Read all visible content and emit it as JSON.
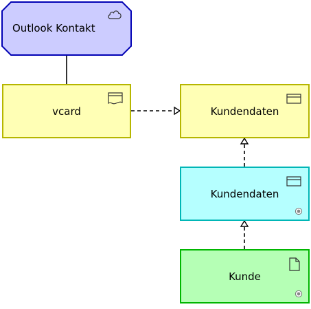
{
  "nodes": {
    "outlook_kontakt": {
      "label": "Outlook Kontakt",
      "icon": "cloud-icon",
      "fill": "#ccccff",
      "stroke": "#0000b4"
    },
    "vcard": {
      "label": "vcard",
      "icon": "representation-icon",
      "fill": "#ffffb5",
      "stroke": "#b6b600"
    },
    "kundendaten_business": {
      "label": "Kundendaten",
      "icon": "business-object-icon",
      "fill": "#ffffb5",
      "stroke": "#b6b600"
    },
    "kundendaten_data": {
      "label": "Kundendaten",
      "icon": "data-object-icon",
      "fill": "#b5ffff",
      "stroke": "#00b6b6"
    },
    "kunde": {
      "label": "Kunde",
      "icon": "artifact-icon",
      "fill": "#b5ffb5",
      "stroke": "#00b600"
    }
  },
  "edges": [
    {
      "from": "outlook_kontakt",
      "to": "vcard",
      "style": "solid",
      "arrow": "none"
    },
    {
      "from": "vcard",
      "to": "kundendaten_business",
      "style": "dashed",
      "arrow": "open-triangle"
    },
    {
      "from": "kundendaten_data",
      "to": "kundendaten_business",
      "style": "dashed",
      "arrow": "open-triangle"
    },
    {
      "from": "kunde",
      "to": "kundendaten_data",
      "style": "dashed",
      "arrow": "open-triangle"
    }
  ]
}
